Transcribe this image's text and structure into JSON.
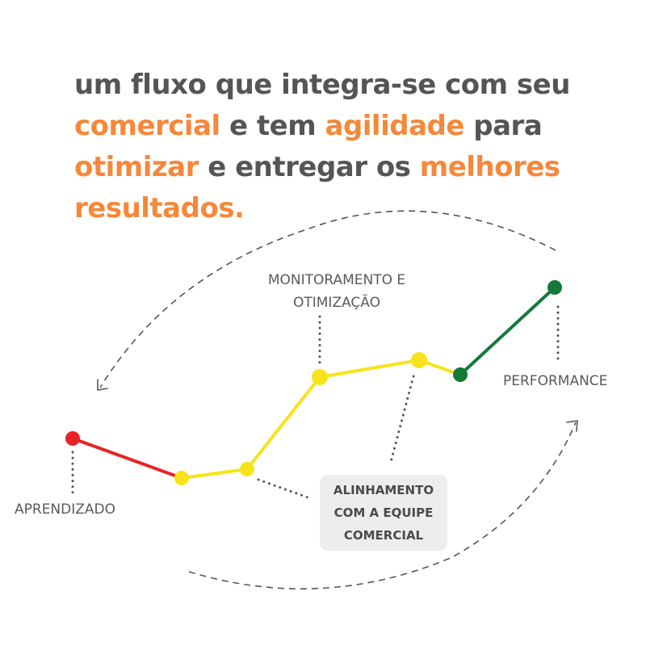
{
  "headline": {
    "l1_a": "um  fluxo que integra-se com seu",
    "l2_h1": "comercial",
    "l2_a": " e tem ",
    "l2_h2": "agilidade",
    "l2_b": " para",
    "l3_h1": "otimizar",
    "l3_a": " e entregar os ",
    "l3_h2": "melhores",
    "l4_h1": "resultados."
  },
  "labels": {
    "monitoring_l1": "MONITORAMENTO E",
    "monitoring_l2": "OTIMIZAÇÃO",
    "performance": "PERFORMANCE",
    "learning": "APRENDIZADO",
    "alignment_l1": "ALINHAMENTO",
    "alignment_l2": "COM A EQUIPE",
    "alignment_l3": "COMERCIAL"
  },
  "colors": {
    "accent": "#f5883a",
    "text": "#555555",
    "red": "#e82323",
    "yellow": "#f7e31a",
    "green": "#137a3a",
    "dash": "#555555",
    "box": "#ededed"
  }
}
